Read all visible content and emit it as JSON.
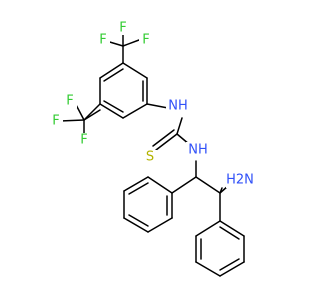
{
  "labels": {
    "f1": "F",
    "f2": "F",
    "f3": "F",
    "f4": "F",
    "f5": "F",
    "f6": "F",
    "nh_top": "NH",
    "s": "S",
    "nh_mid": "NH",
    "h2n": "H2N"
  },
  "colors": {
    "bond": "#000000",
    "fluorine": "#33cc33",
    "sulfur": "#b3b300",
    "nitrogen": "#3050f8",
    "background": "#ffffff"
  }
}
